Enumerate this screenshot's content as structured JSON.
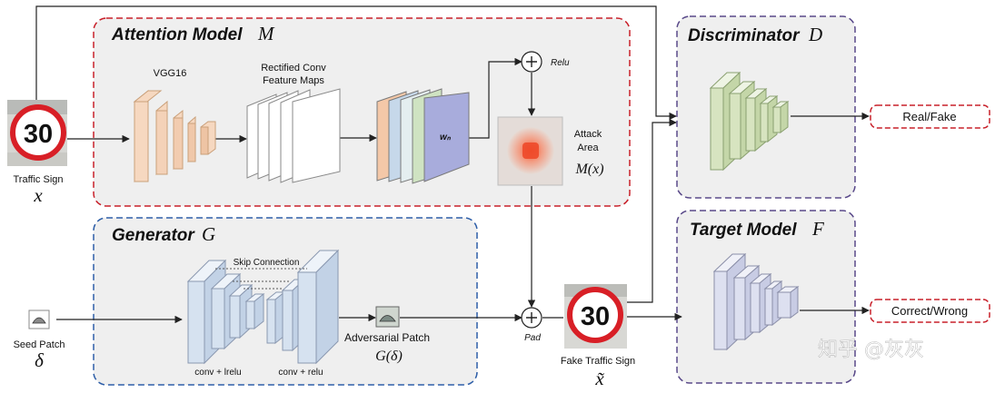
{
  "attention": {
    "title": "Attention Model",
    "symbol": "M",
    "vgg_label": "VGG16",
    "feature_label_1": "Rectified Conv",
    "feature_label_2": "Feature Maps",
    "wn_label": "wₙ",
    "relu_label": "Relu",
    "attack_label_1": "Attack",
    "attack_label_2": "Area",
    "attack_symbol": "M(x)"
  },
  "generator": {
    "title": "Generator",
    "symbol": "G",
    "skip_label": "Skip Connection",
    "enc_label": "conv + lrelu",
    "dec_label": "conv + relu",
    "patch_label": "Adversarial Patch",
    "patch_symbol": "G(δ)",
    "pad_label": "Pad"
  },
  "discriminator": {
    "title": "Discriminator",
    "symbol": "D",
    "output": "Real/Fake"
  },
  "target": {
    "title": "Target Model",
    "symbol": "F",
    "output": "Correct/Wrong"
  },
  "inputs": {
    "sign_label": "Traffic Sign",
    "sign_symbol": "x",
    "sign_number": "30",
    "seed_label": "Seed Patch",
    "seed_symbol": "δ"
  },
  "fake": {
    "label": "Fake Traffic Sign",
    "symbol": "x̃",
    "number": "30"
  },
  "watermark": "知乎 @灰灰",
  "colors": {
    "attention_border": "#c8202a",
    "generator_border": "#2f5fa8",
    "disc_border": "#5a4a8a",
    "output_border": "#c8202a",
    "vgg_fill": "#f6d8c0",
    "disc_fill": "#d7e4c0",
    "target_fill": "#dde0f0",
    "gen_fill": "#d6e2f0"
  }
}
